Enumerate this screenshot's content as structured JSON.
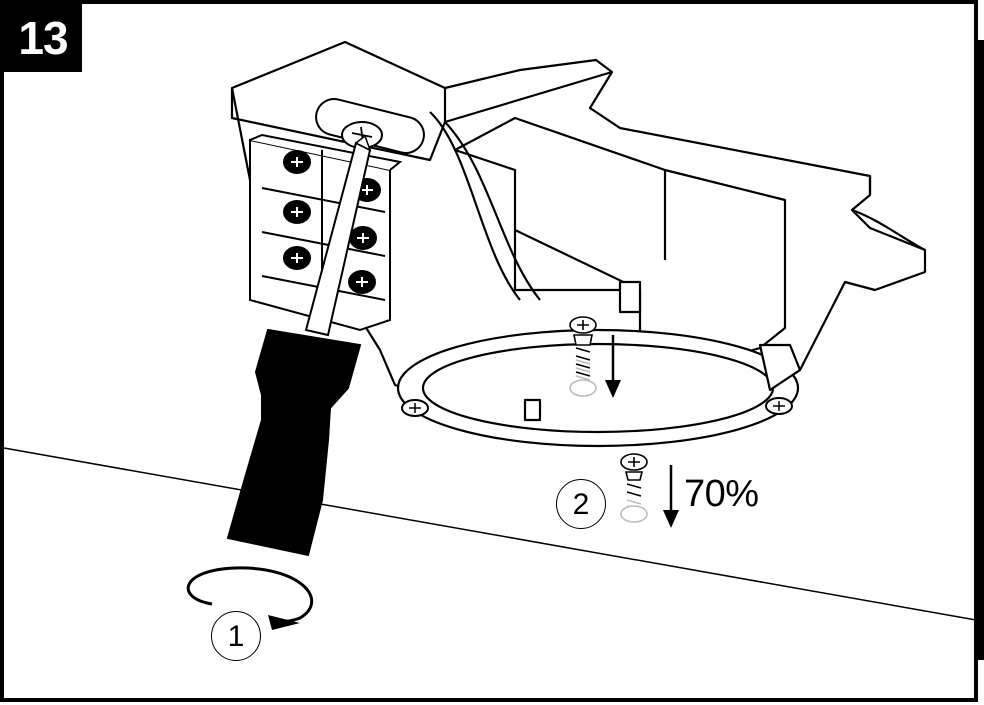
{
  "step": {
    "number": "13"
  },
  "callouts": [
    {
      "id": "1",
      "label": "1"
    },
    {
      "id": "2",
      "label": "2"
    }
  ],
  "annotation": {
    "percent": "70%"
  },
  "icons": [
    "screwdriver-icon",
    "rotation-arrow-icon",
    "screw-icon",
    "down-arrow-icon",
    "terminal-block-icon"
  ]
}
